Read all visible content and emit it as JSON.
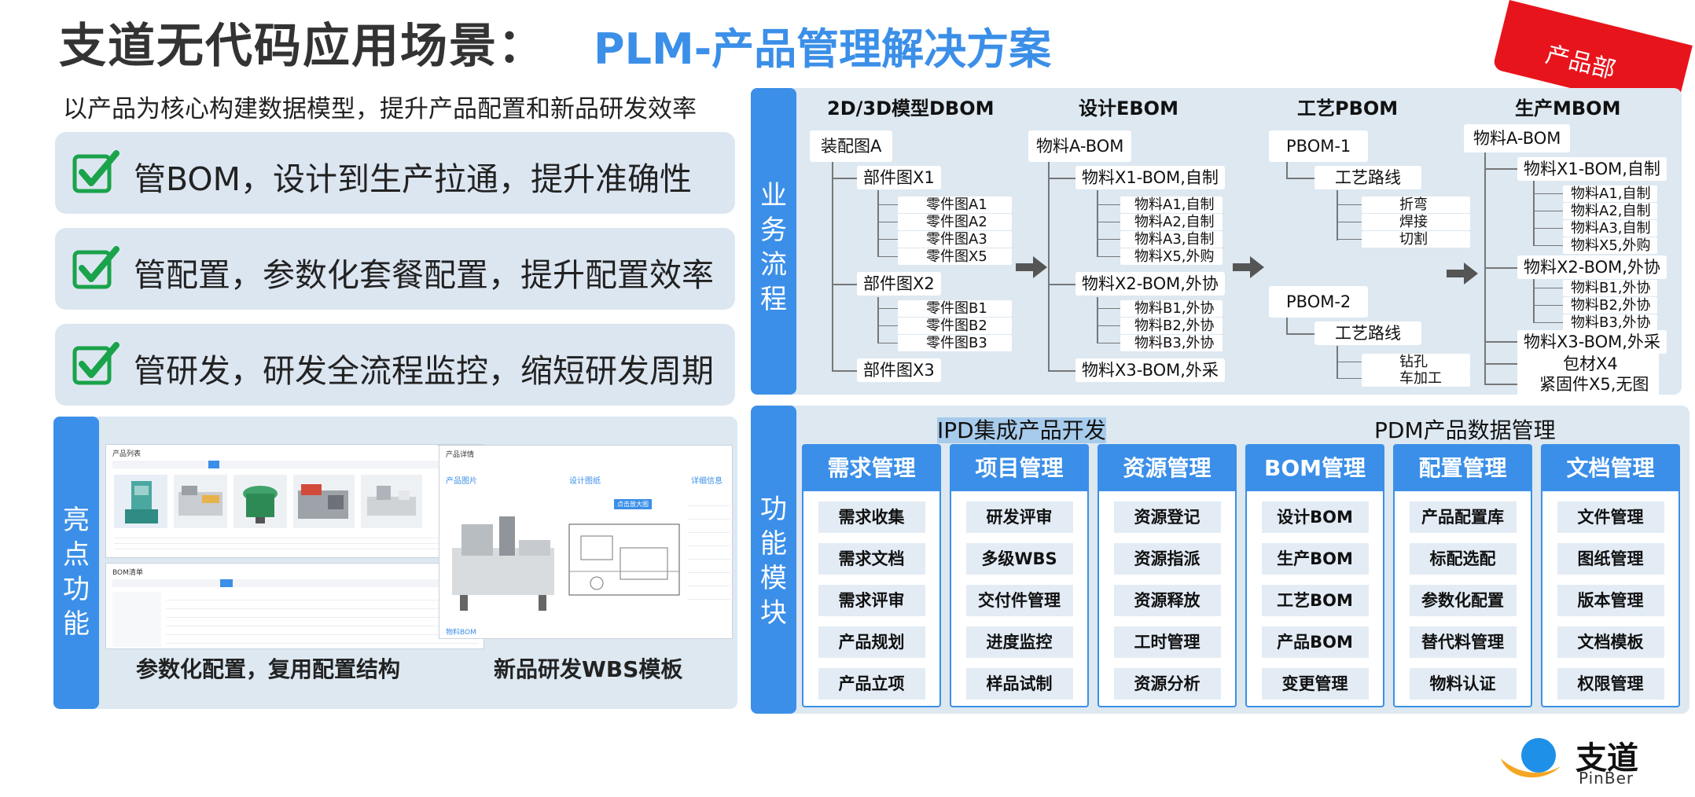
{
  "title": {
    "main": "支道无代码应用场景：",
    "accent": "PLM-产品管理解决方案",
    "dept_tag": "产品部"
  },
  "subtitle": "以产品为核心构建数据模型，提升产品配置和新品研发效率",
  "features": [
    {
      "text": "管BOM，设计到生产拉通，提升准确性"
    },
    {
      "text": "管配置，参数化套餐配置，提升配置效率"
    },
    {
      "text": "管研发，研发全流程监控，缩短研发周期"
    }
  ],
  "highlights": {
    "label": "亮点功能",
    "captions": [
      "参数化配置，复用配置结构",
      "新品研发WBS模板"
    ],
    "shot1_title": "产品列表",
    "shot1_sub": "BOM清单",
    "shot2_title": "产品详情",
    "shot2_tabs": [
      "产品图片",
      "设计图纸",
      "详细信息"
    ],
    "shot2_bottom": "物料BOM",
    "shot2_badge": "点击放大图"
  },
  "process": {
    "label": "业务流程",
    "columns": [
      "2D/3D模型DBOM",
      "设计EBOM",
      "工艺PBOM",
      "生产MBOM"
    ],
    "dbom": {
      "root": "装配图A",
      "x1": "部件图X1",
      "x1_items": [
        "零件图A1",
        "零件图A2",
        "零件图A3",
        "零件图X5"
      ],
      "x2": "部件图X2",
      "x2_items": [
        "零件图B1",
        "零件图B2",
        "零件图B3"
      ],
      "x3": "部件图X3"
    },
    "ebom": {
      "root": "物料A-BOM",
      "x1": "物料X1-BOM,自制",
      "x1_items": [
        "物料A1,自制",
        "物料A2,自制",
        "物料A3,自制",
        "物料X5,外购"
      ],
      "x2": "物料X2-BOM,外协",
      "x2_items": [
        "物料B1,外协",
        "物料B2,外协",
        "物料B3,外协"
      ],
      "x3": "物料X3-BOM,外采"
    },
    "pbom": {
      "p1": "PBOM-1",
      "r1": "工艺路线",
      "r1_items": [
        "折弯",
        "焊接",
        "切割"
      ],
      "p2": "PBOM-2",
      "r2": "工艺路线",
      "r2_items": [
        "钻孔",
        "车加工"
      ]
    },
    "mbom": {
      "root": "物料A-BOM",
      "x1": "物料X1-BOM,自制",
      "x1_items": [
        "物料A1,自制",
        "物料A2,自制",
        "物料A3,自制",
        "物料X5,外购"
      ],
      "x2": "物料X2-BOM,外协",
      "x2_items": [
        "物料B1,外协",
        "物料B2,外协",
        "物料B3,外协"
      ],
      "x3": "物料X3-BOM,外采",
      "x4": "包材X4",
      "x5": "紧固件X5,无图"
    }
  },
  "modules": {
    "label": "功能模块",
    "group_ipd": "IPD集成产品开发",
    "group_pdm": "PDM产品数据管理",
    "list": [
      {
        "title": "需求管理",
        "items": [
          "需求收集",
          "需求文档",
          "需求评审",
          "产品规划",
          "产品立项"
        ]
      },
      {
        "title": "项目管理",
        "items": [
          "研发评审",
          "多级WBS",
          "交付件管理",
          "进度监控",
          "样品试制"
        ]
      },
      {
        "title": "资源管理",
        "items": [
          "资源登记",
          "资源指派",
          "资源释放",
          "工时管理",
          "资源分析"
        ]
      },
      {
        "title": "BOM管理",
        "items": [
          "设计BOM",
          "生产BOM",
          "工艺BOM",
          "产品BOM",
          "变更管理"
        ]
      },
      {
        "title": "配置管理",
        "items": [
          "产品配置库",
          "标配选配",
          "参数化配置",
          "替代料管理",
          "物料认证"
        ]
      },
      {
        "title": "文档管理",
        "items": [
          "文件管理",
          "图纸管理",
          "版本管理",
          "文档模板",
          "权限管理"
        ]
      }
    ]
  },
  "logo": {
    "name": "支道",
    "en": "PinBer"
  },
  "colors": {
    "accent": "#3b8fe8",
    "panel": "#dde8f1",
    "tag": "#e8141c",
    "check": "#1aa34a"
  }
}
